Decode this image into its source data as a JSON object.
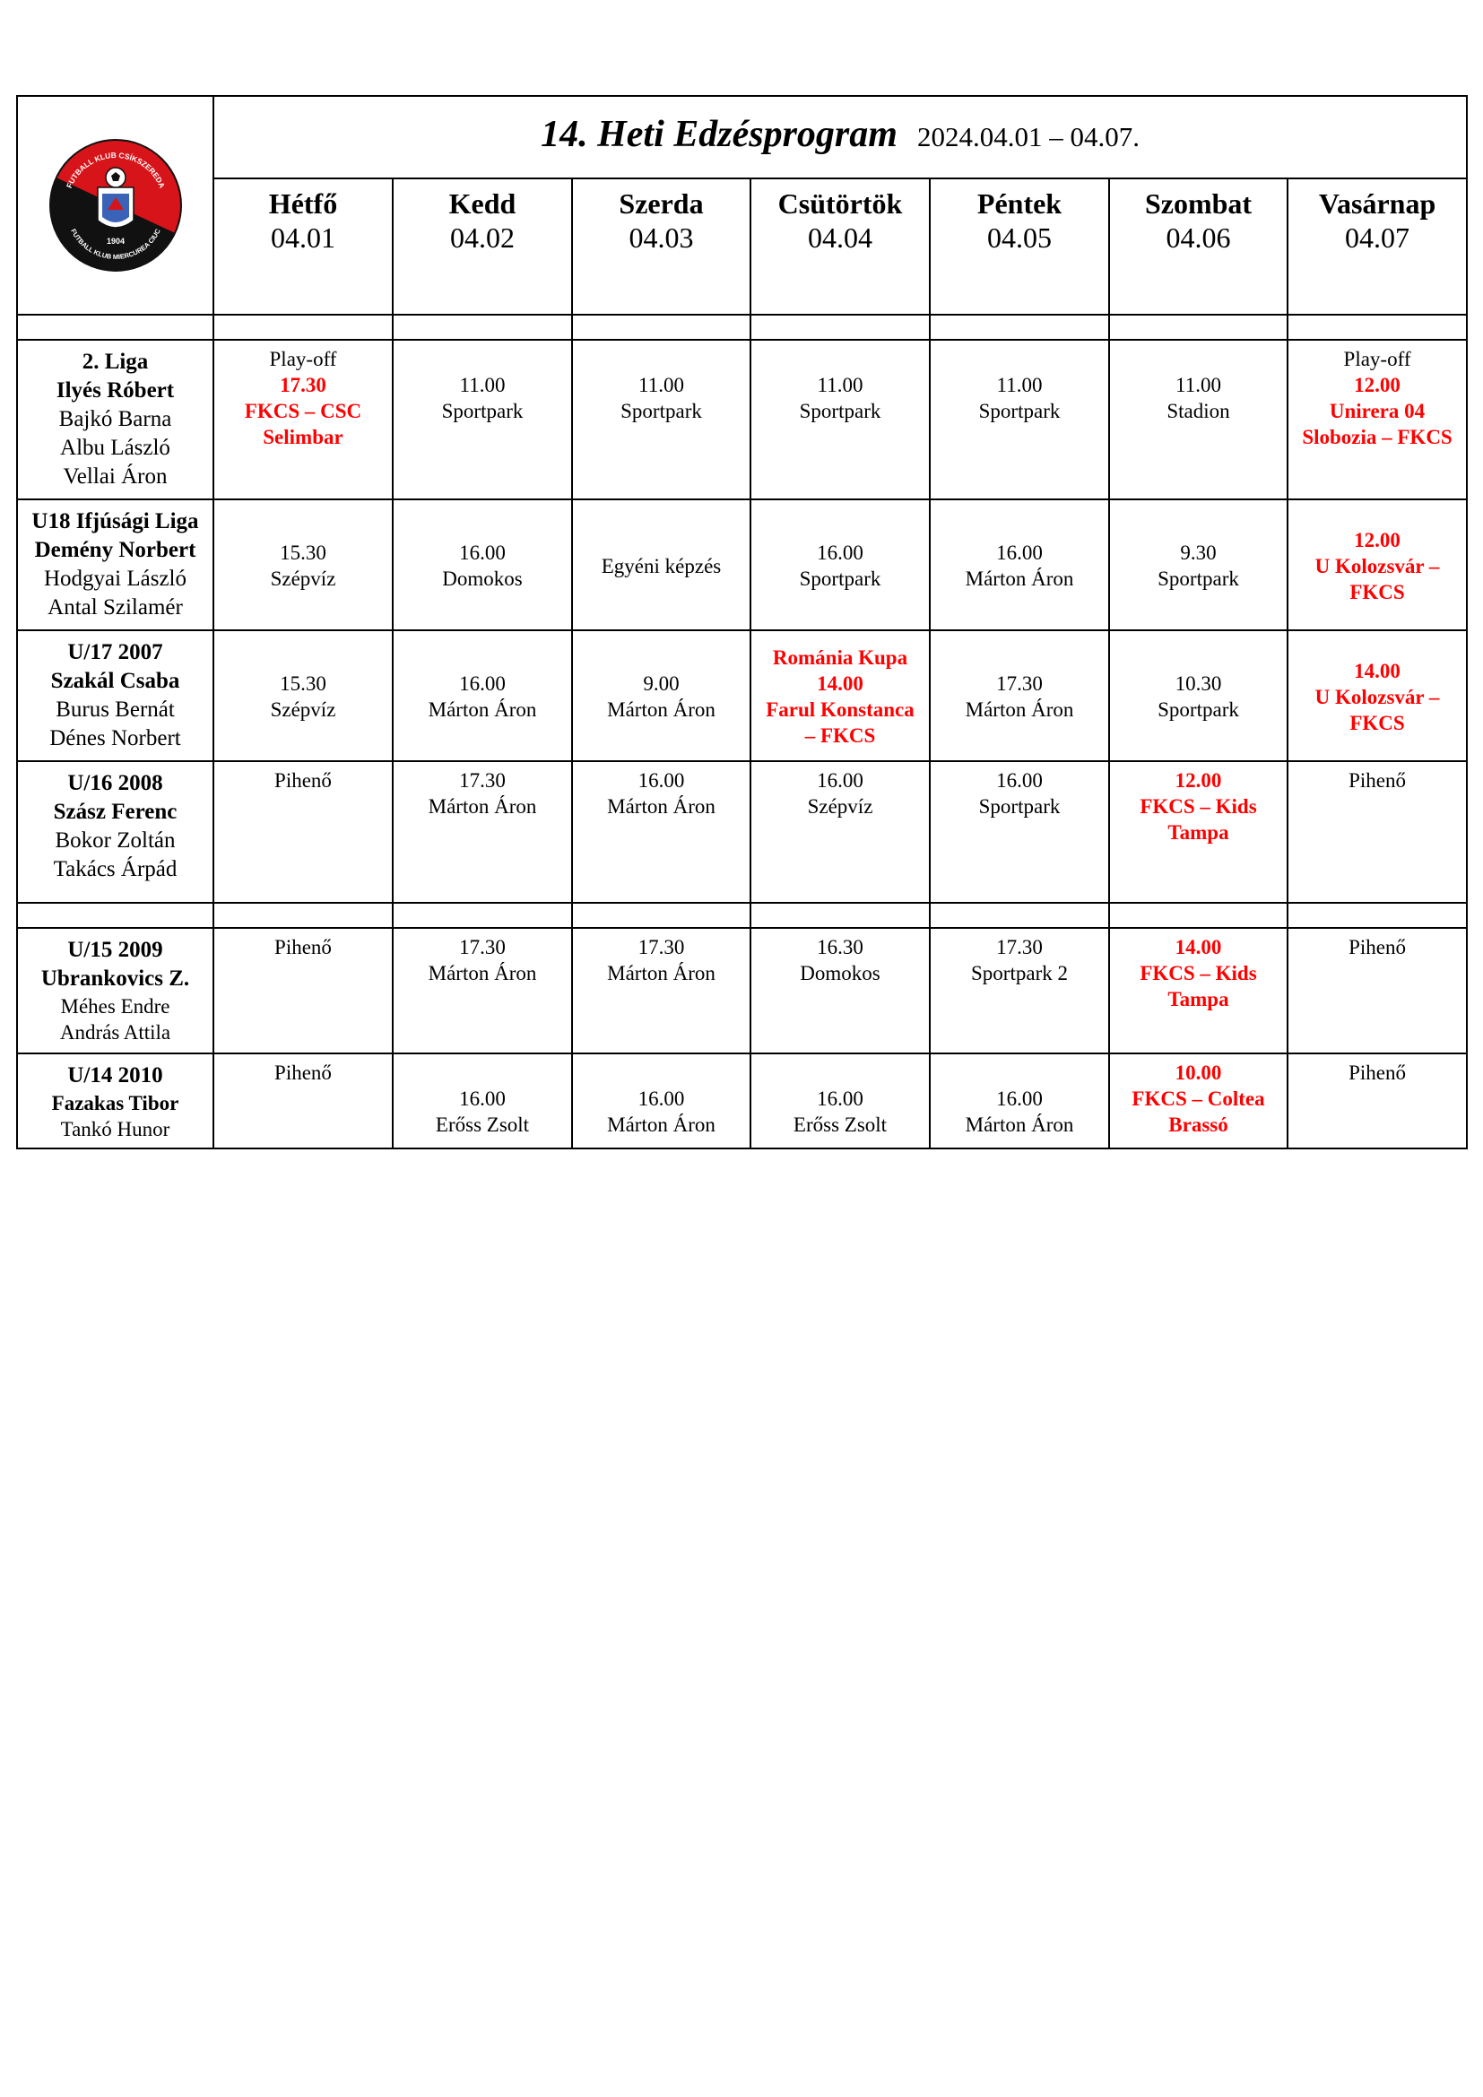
{
  "header": {
    "title": "14. Heti Edzésprogram",
    "date_range": "2024.04.01 – 04.07."
  },
  "logo": {
    "top_text": "FUTBALL KLUB CSÍKSZEREDA",
    "bottom_text": "FUTBALL KLUB MIERCUREA CIUC",
    "year": "1904",
    "colors": {
      "primary": "#d7141a",
      "secondary": "#111111"
    }
  },
  "days": [
    {
      "name": "Hétfő",
      "date": "04.01"
    },
    {
      "name": "Kedd",
      "date": "04.02"
    },
    {
      "name": "Szerda",
      "date": "04.03"
    },
    {
      "name": "Csütörtök",
      "date": "04.04"
    },
    {
      "name": "Péntek",
      "date": "04.05"
    },
    {
      "name": "Szombat",
      "date": "04.06"
    },
    {
      "name": "Vasárnap",
      "date": "04.07"
    }
  ],
  "rows": [
    {
      "team": [
        "2. Liga",
        "Ilyés Róbert",
        "Bajkó Barna",
        "Albu László",
        "Vellai Áron"
      ],
      "cells": [
        [
          "Play-off",
          "17.30",
          "FKCS – CSC",
          "Selimbar"
        ],
        [
          "",
          "11.00",
          "Sportpark"
        ],
        [
          "",
          "11.00",
          "Sportpark"
        ],
        [
          "",
          "11.00",
          "Sportpark"
        ],
        [
          "",
          "11.00",
          "Sportpark"
        ],
        [
          "",
          "11.00",
          "Stadion"
        ],
        [
          "Play-off",
          "12.00",
          "Unirera 04",
          "Slobozia – FKCS"
        ]
      ]
    },
    {
      "team": [
        "U18 Ifjúsági Liga",
        "Demény Norbert",
        "Hodgyai László",
        "Antal Szilamér"
      ],
      "cells": [
        [
          "15.30",
          "Szépvíz"
        ],
        [
          "16.00",
          "Domokos"
        ],
        [
          "Egyéni képzés"
        ],
        [
          "16.00",
          "Sportpark"
        ],
        [
          "16.00",
          "Márton Áron"
        ],
        [
          "9.30",
          "Sportpark"
        ],
        [
          "12.00",
          "U Kolozsvár –",
          "FKCS"
        ]
      ]
    },
    {
      "team": [
        "U/17 2007",
        "Szakál Csaba",
        "Burus Bernát",
        "Dénes Norbert"
      ],
      "cells": [
        [
          "15.30",
          "Szépvíz"
        ],
        [
          "16.00",
          "Márton Áron"
        ],
        [
          "9.00",
          "Márton Áron"
        ],
        [
          "Románia Kupa",
          "14.00",
          "Farul Konstanca",
          "– FKCS"
        ],
        [
          "17.30",
          "Márton Áron"
        ],
        [
          "10.30",
          "Sportpark"
        ],
        [
          "14.00",
          "U Kolozsvár –",
          "FKCS"
        ]
      ]
    },
    {
      "team": [
        "U/16 2008",
        "Szász Ferenc",
        "Bokor Zoltán",
        "Takács Árpád"
      ],
      "cells": [
        [
          "Pihenő"
        ],
        [
          "17.30",
          "Márton Áron"
        ],
        [
          "16.00",
          "Márton Áron"
        ],
        [
          "16.00",
          "Szépvíz"
        ],
        [
          "16.00",
          "Sportpark"
        ],
        [
          "12.00",
          "FKCS – Kids",
          "Tampa"
        ],
        [
          "Pihenő"
        ]
      ]
    },
    {
      "team": [
        "U/15 2009",
        "Ubrankovics Z.",
        "Méhes Endre",
        "András Attila"
      ],
      "cells": [
        [
          "Pihenő"
        ],
        [
          "17.30",
          "Márton Áron"
        ],
        [
          "17.30",
          "Márton Áron"
        ],
        [
          "16.30",
          "Domokos"
        ],
        [
          "17.30",
          "Sportpark 2"
        ],
        [
          "14.00",
          "FKCS – Kids",
          "Tampa"
        ],
        [
          "Pihenő"
        ]
      ]
    },
    {
      "team": [
        "U/14 2010",
        "Fazakas Tibor",
        "Tankó Hunor"
      ],
      "cells": [
        [
          "Pihenő"
        ],
        [
          "",
          "16.00",
          "Erőss Zsolt"
        ],
        [
          "",
          "16.00",
          "Márton Áron"
        ],
        [
          "",
          "16.00",
          "Erőss Zsolt"
        ],
        [
          "",
          "16.00",
          "Márton Áron"
        ],
        [
          "10.00",
          "FKCS – Coltea",
          "Brassó"
        ],
        [
          "Pihenő"
        ]
      ]
    }
  ],
  "highlight_color": "#ff0000"
}
